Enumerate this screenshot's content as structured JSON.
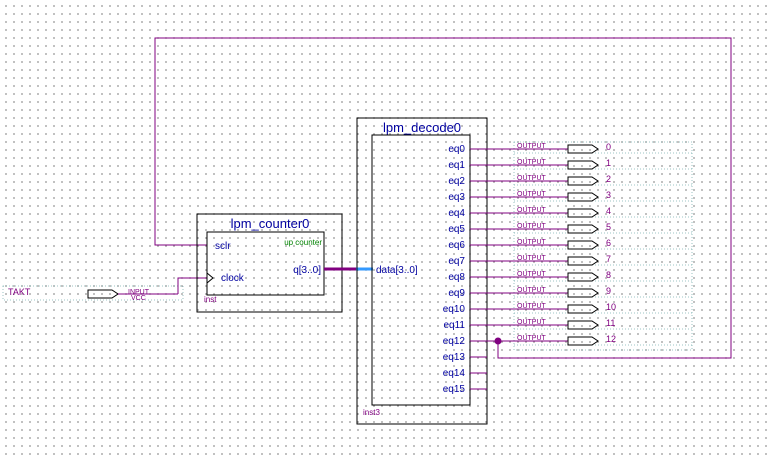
{
  "counter": {
    "title": "lpm_counter0",
    "port_sclr": "sclr",
    "port_clock": "clock",
    "port_q": "q[3..0]",
    "mode": "up counter",
    "instance": "inst"
  },
  "decoder": {
    "title": "lpm_decode0",
    "port_data": "data[3..0]",
    "instance": "inst3",
    "outputs": [
      "eq0",
      "eq1",
      "eq2",
      "eq3",
      "eq4",
      "eq5",
      "eq6",
      "eq7",
      "eq8",
      "eq9",
      "eq10",
      "eq11",
      "eq12",
      "eq13",
      "eq14",
      "eq15"
    ]
  },
  "input_pin": {
    "name": "TAKT",
    "type": "INPUT",
    "default": "VCC"
  },
  "output_pins": {
    "type": "OUTPUT",
    "names": [
      "0",
      "1",
      "2",
      "3",
      "4",
      "5",
      "6",
      "7",
      "8",
      "9",
      "10",
      "11",
      "12"
    ]
  },
  "colors": {
    "wire": "#800080",
    "port_text": "#0000a0",
    "mode_text": "#008000",
    "bus_highlight": "#3399ff"
  }
}
